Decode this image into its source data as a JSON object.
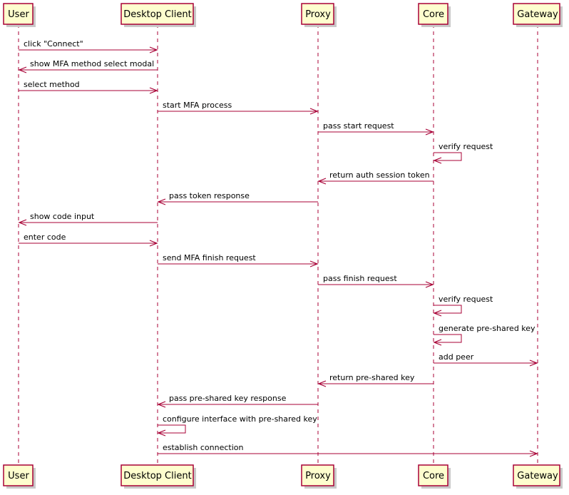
{
  "colors": {
    "participant_fill": "#FEFECE",
    "participant_border": "#A80036",
    "lifeline": "#A80036",
    "arrow": "#A80036",
    "shadow": "#C9C9C9",
    "text": "#000000"
  },
  "participants": [
    {
      "id": "user",
      "label": "User"
    },
    {
      "id": "desktop",
      "label": "Desktop Client"
    },
    {
      "id": "proxy",
      "label": "Proxy"
    },
    {
      "id": "core",
      "label": "Core"
    },
    {
      "id": "gateway",
      "label": "Gateway"
    }
  ],
  "messages": [
    {
      "from": "user",
      "to": "desktop",
      "label": "click \"Connect\""
    },
    {
      "from": "desktop",
      "to": "user",
      "label": "show MFA method select modal"
    },
    {
      "from": "user",
      "to": "desktop",
      "label": "select method"
    },
    {
      "from": "desktop",
      "to": "proxy",
      "label": "start MFA process"
    },
    {
      "from": "proxy",
      "to": "core",
      "label": "pass start request"
    },
    {
      "from": "core",
      "to": "core",
      "label": "verify request"
    },
    {
      "from": "core",
      "to": "proxy",
      "label": "return auth session token"
    },
    {
      "from": "proxy",
      "to": "desktop",
      "label": "pass token response"
    },
    {
      "from": "desktop",
      "to": "user",
      "label": "show code input"
    },
    {
      "from": "user",
      "to": "desktop",
      "label": "enter code"
    },
    {
      "from": "desktop",
      "to": "proxy",
      "label": "send MFA finish request"
    },
    {
      "from": "proxy",
      "to": "core",
      "label": "pass finish request"
    },
    {
      "from": "core",
      "to": "core",
      "label": "verify request"
    },
    {
      "from": "core",
      "to": "core",
      "label": "generate pre-shared key"
    },
    {
      "from": "core",
      "to": "gateway",
      "label": "add peer"
    },
    {
      "from": "core",
      "to": "proxy",
      "label": "return pre-shared key"
    },
    {
      "from": "proxy",
      "to": "desktop",
      "label": "pass pre-shared key response"
    },
    {
      "from": "desktop",
      "to": "desktop",
      "label": "configure interface with pre-shared key"
    },
    {
      "from": "desktop",
      "to": "gateway",
      "label": "establish connection"
    }
  ]
}
